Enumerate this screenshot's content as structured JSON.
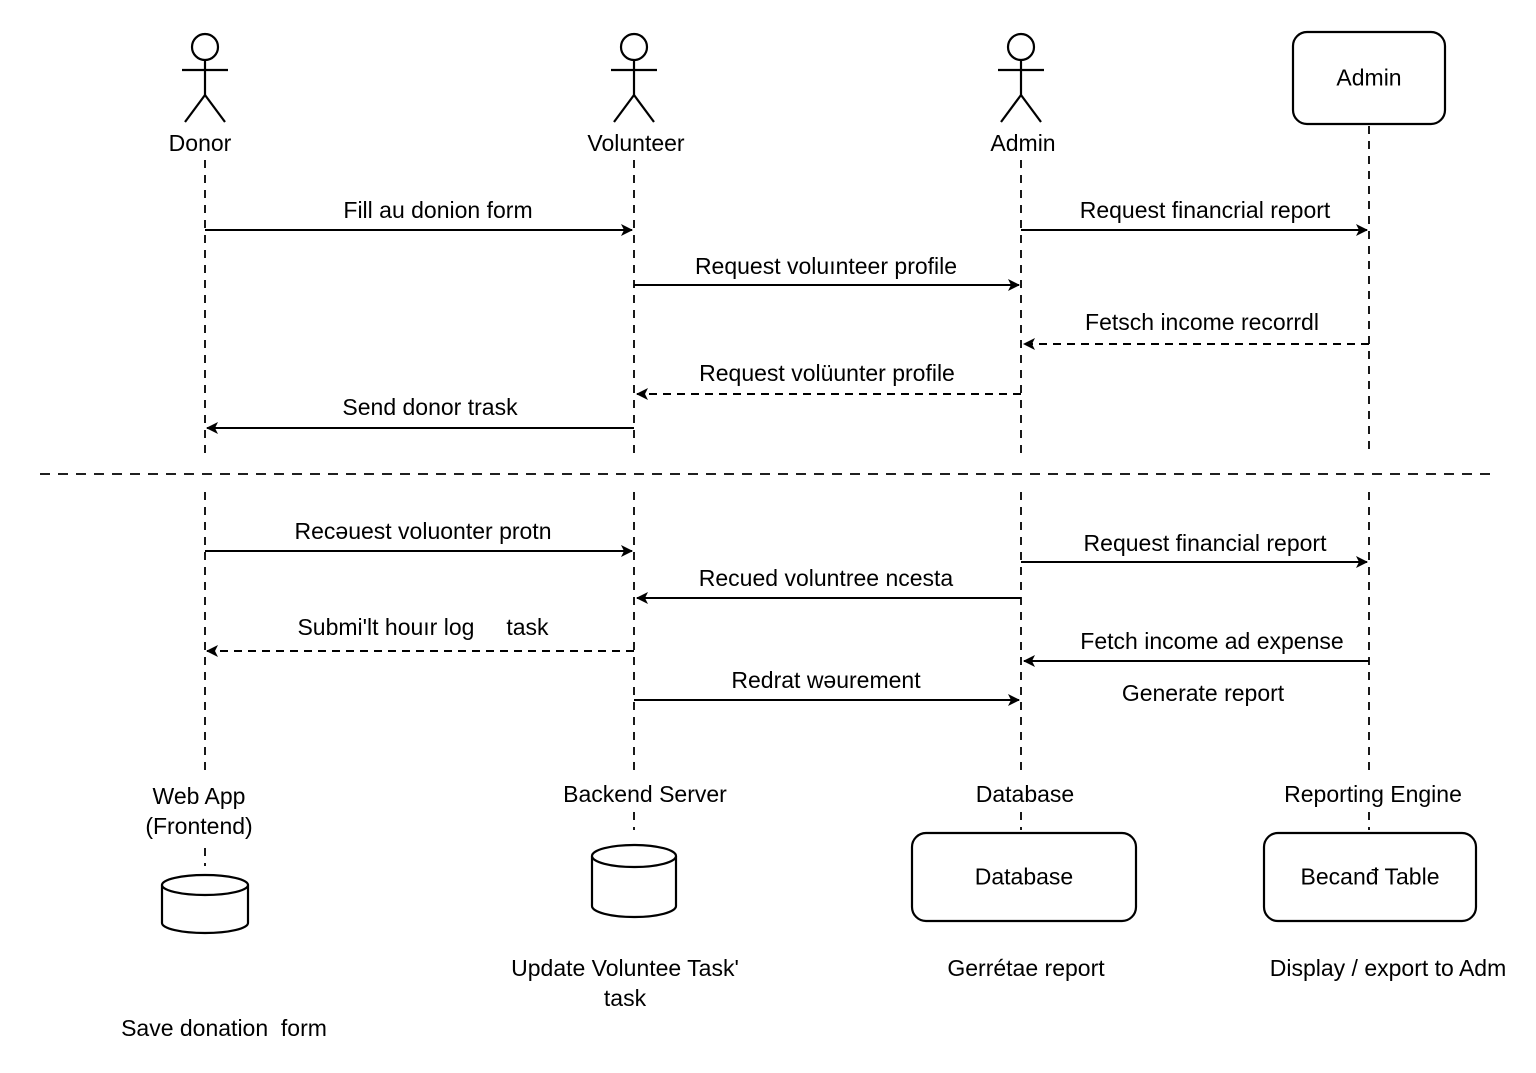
{
  "actors": [
    {
      "label": "Donor",
      "kind": "stick-figure"
    },
    {
      "label": "Volunteer",
      "kind": "stick-figure"
    },
    {
      "label": "Admin",
      "kind": "stick-figure"
    },
    {
      "label": "Admin",
      "kind": "box"
    }
  ],
  "messages_top": [
    {
      "text": "Fill au donion form",
      "style": "solid"
    },
    {
      "text": "Request voluınteer profile",
      "style": "solid"
    },
    {
      "text": "Request volüunter profile",
      "style": "dashed"
    },
    {
      "text": "Send donor trask",
      "style": "solid"
    },
    {
      "text": "Request financrial report",
      "style": "solid"
    },
    {
      "text": "Fetsch income recorrdl",
      "style": "dashed"
    }
  ],
  "messages_bottom": [
    {
      "text": "Recəuest voluonter protn",
      "style": "solid"
    },
    {
      "text": "Recued voluntree ncesta",
      "style": "solid"
    },
    {
      "text": "Submi'lt houır log     task",
      "style": "dashed"
    },
    {
      "text": "Redrat wəurement",
      "style": "solid"
    },
    {
      "text": "Request financial report",
      "style": "solid"
    },
    {
      "text": "Fetch income ad expense",
      "style": "solid"
    },
    {
      "text": "Generate report",
      "style": "note"
    }
  ],
  "components": [
    {
      "label": [
        "Web App",
        "(Frontend)"
      ],
      "shape": "cylinder",
      "caption": [
        "Save donation  form"
      ]
    },
    {
      "label": [
        "Backend Server"
      ],
      "shape": "cylinder",
      "caption": [
        "Update Voluntee Task'",
        "task"
      ]
    },
    {
      "label": [
        "Database"
      ],
      "shape": "box",
      "box_text": "Database",
      "caption": [
        "Gerrétae report"
      ]
    },
    {
      "label": [
        "Reporting Engine"
      ],
      "shape": "box",
      "box_text": "Becanđ Table",
      "caption": [
        "Display / export to Adm"
      ]
    }
  ]
}
